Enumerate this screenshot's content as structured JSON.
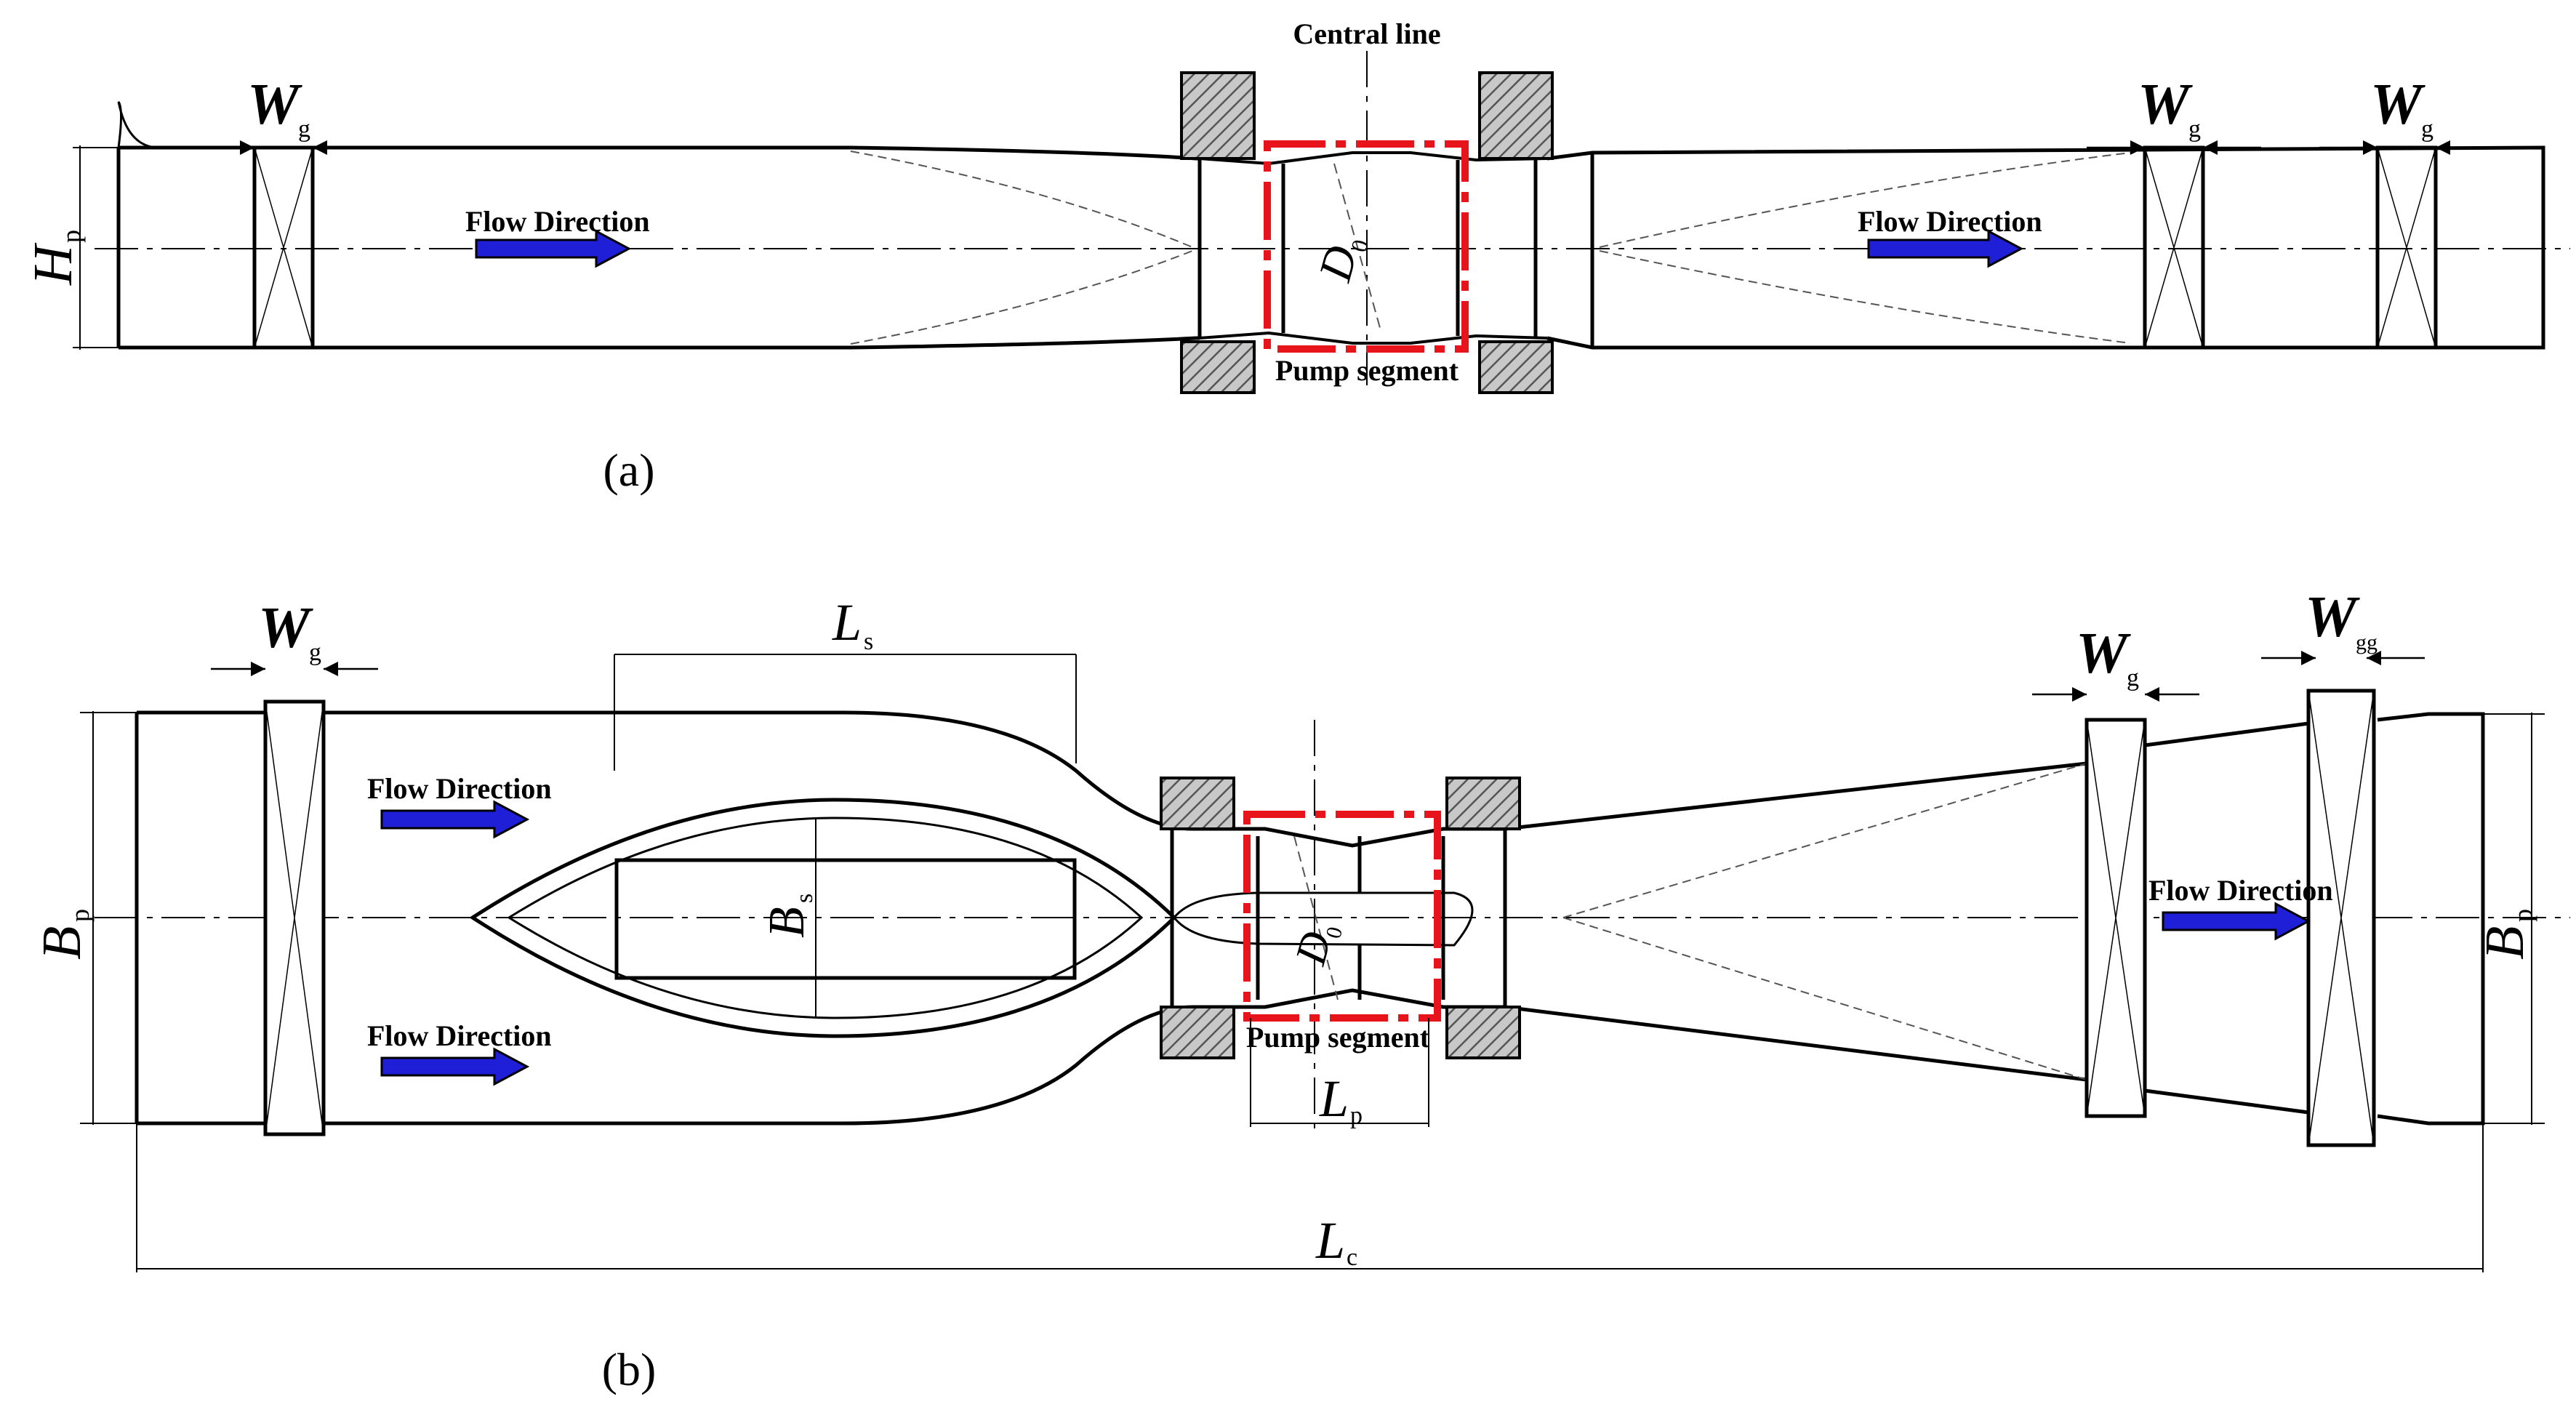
{
  "panel_a": {
    "caption": "(a)",
    "central_line": "Central line",
    "flow_left": "Flow Direction",
    "flow_right": "Flow Direction",
    "pump_segment": "Pump segment",
    "hp_main": "H",
    "hp_sub": "p",
    "d0_main": "D",
    "d0_sub": "0",
    "wg_main": "W",
    "wg_sub": "g"
  },
  "panel_b": {
    "caption": "(b)",
    "flow_top": "Flow Direction",
    "flow_bottom": "Flow Direction",
    "flow_right": "Flow Direction",
    "pump_segment": "Pump segment",
    "bp_main": "B",
    "bp_sub": "p",
    "bs_main": "B",
    "bs_sub": "s",
    "ls_main": "L",
    "ls_sub": "s",
    "lp_main": "L",
    "lp_sub": "p",
    "lc_main": "L",
    "lc_sub": "c",
    "d0_main": "D",
    "d0_sub": "0",
    "wg_main": "W",
    "wg_sub": "g",
    "wg_sub_alt": "gg"
  },
  "colors": {
    "line": "#000000",
    "pump_box": "#e8141b",
    "arrow": "#1f1fd8",
    "hatch_fill": "#bdbdbd"
  }
}
